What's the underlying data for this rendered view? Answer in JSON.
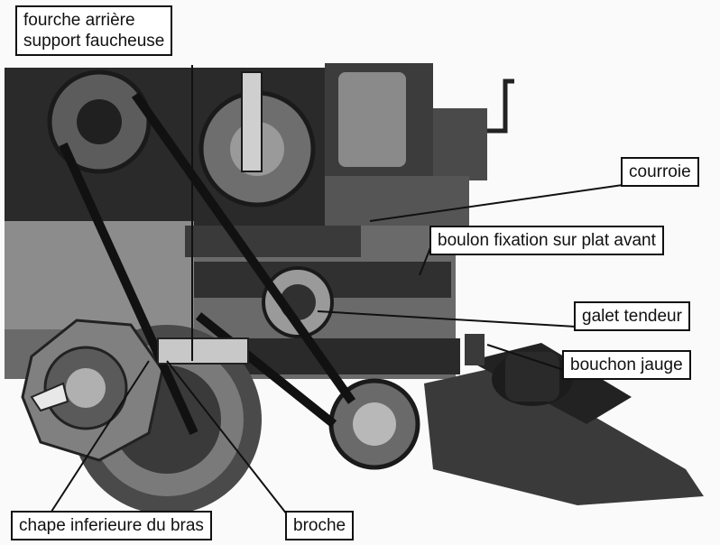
{
  "figure": {
    "labels": {
      "fourche": "fourche arrière\nsupport faucheuse",
      "courroie": "courroie",
      "boulon": "boulon fixation sur plat avant",
      "galet": "galet tendeur",
      "bouchon": "bouchon jauge",
      "chape": "chape inferieure du bras",
      "broche": "broche"
    },
    "colors": {
      "paper": "#fafafa",
      "ink": "#111111",
      "metal_dark": "#262626",
      "metal_mid": "#5a5a5a",
      "metal_light": "#9a9a9a"
    }
  }
}
